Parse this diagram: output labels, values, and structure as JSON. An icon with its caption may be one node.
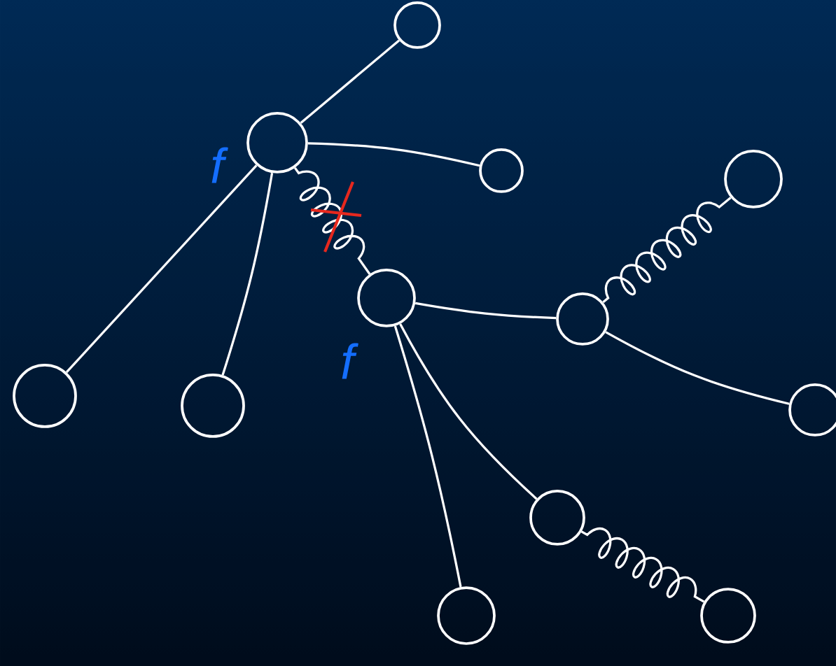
{
  "diagram": {
    "nodes": [
      {
        "text": [],
        "shape": "circle"
      },
      {
        "text": [],
        "shape": "circle"
      },
      {
        "text": [],
        "shape": "circle"
      },
      {
        "text": [],
        "shape": "circle"
      },
      {
        "text": [],
        "shape": "circle"
      },
      {
        "text": [],
        "shape": "circle"
      },
      {
        "text": [],
        "shape": "circle"
      },
      {
        "text": [],
        "shape": "circle"
      },
      {
        "text": [],
        "shape": "circle"
      },
      {
        "text": [],
        "shape": "circle"
      },
      {
        "text": [],
        "shape": "circle"
      },
      {
        "text": [],
        "shape": "circle"
      }
    ],
    "edges": [
      {
        "from": 0,
        "to": 1,
        "arrow": "none"
      },
      {
        "from": 0,
        "to": 2,
        "arrow": "none"
      },
      {
        "from": 0,
        "to": 3,
        "arrow": "none"
      },
      {
        "from": 0,
        "to": 4,
        "arrow": "none"
      },
      {
        "from": 0,
        "to": 5,
        "arrow": "none"
      },
      {
        "from": 5,
        "to": 6,
        "arrow": "none"
      },
      {
        "from": 5,
        "to": 9,
        "arrow": "none"
      },
      {
        "from": 5,
        "to": 10,
        "arrow": "none"
      },
      {
        "from": 6,
        "to": 7,
        "arrow": "none"
      },
      {
        "from": 6,
        "to": 8,
        "arrow": "none"
      },
      {
        "from": 9,
        "to": 11,
        "arrow": "none"
      }
    ],
    "labels": [
      "f",
      "f"
    ]
  }
}
